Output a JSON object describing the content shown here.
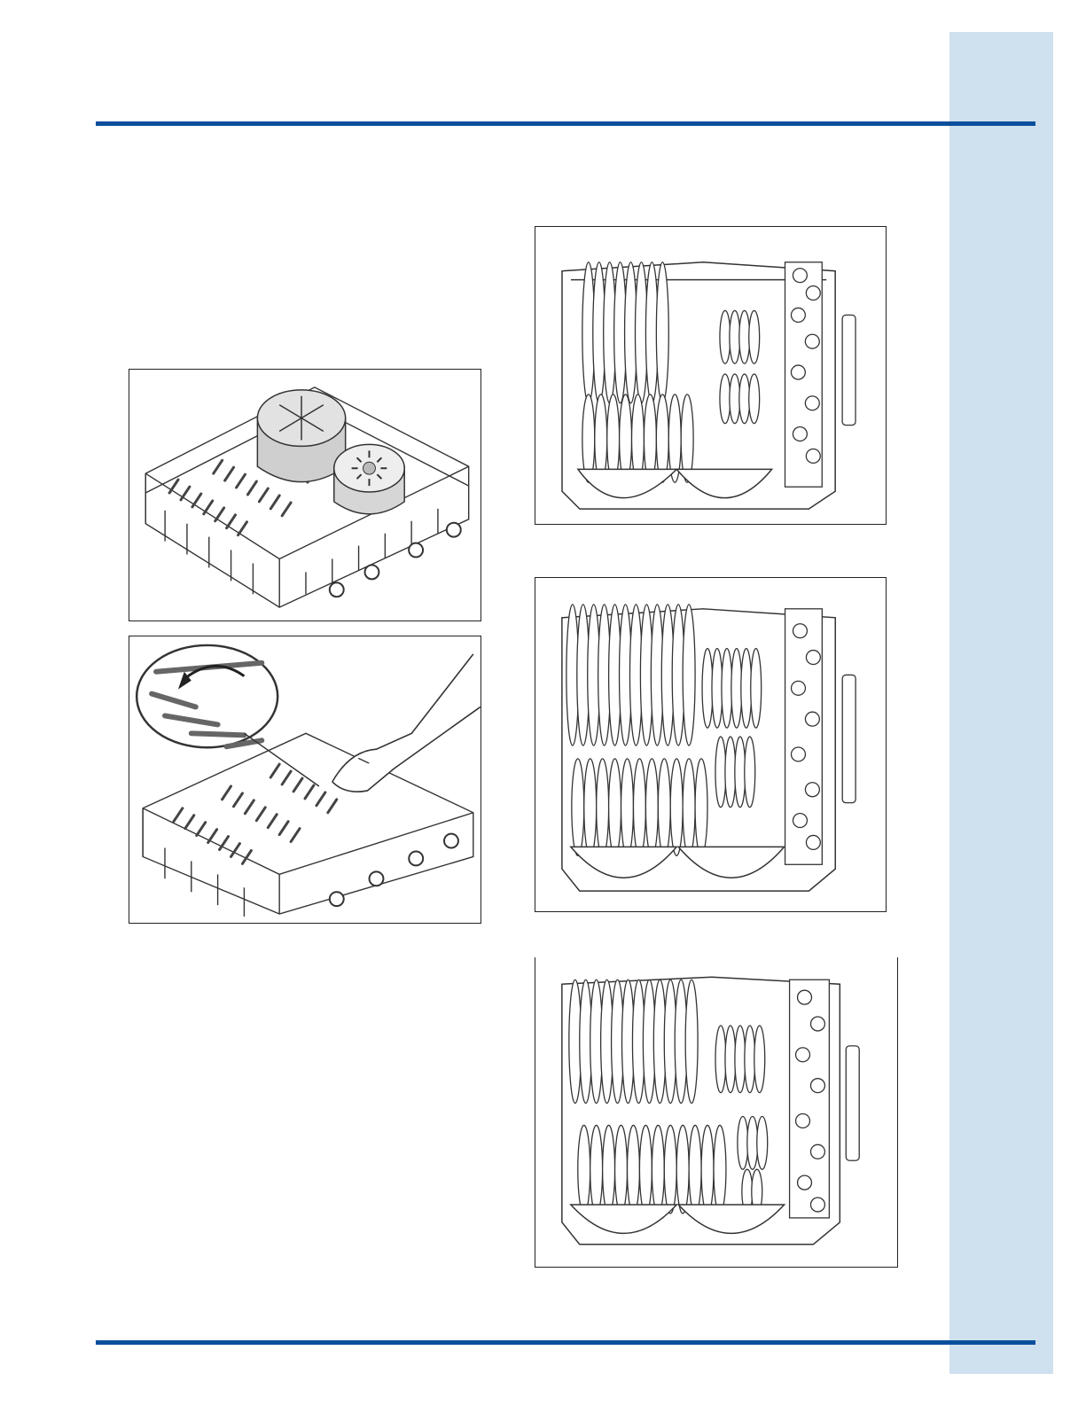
{
  "page": {
    "accent_color": "#0a4f9c",
    "side_tab_color": "#cfe0ee"
  },
  "figures": [
    {
      "id": "pots-lower-rack",
      "icon": "lower-rack-pots-illustration"
    },
    {
      "id": "fold-down-tines",
      "icon": "fold-tines-hand-illustration"
    },
    {
      "id": "loading-pattern-1",
      "icon": "rack-loading-top-view-illustration"
    },
    {
      "id": "loading-pattern-2",
      "icon": "rack-loading-top-view-illustration"
    },
    {
      "id": "loading-pattern-3",
      "icon": "rack-loading-top-view-illustration"
    }
  ]
}
